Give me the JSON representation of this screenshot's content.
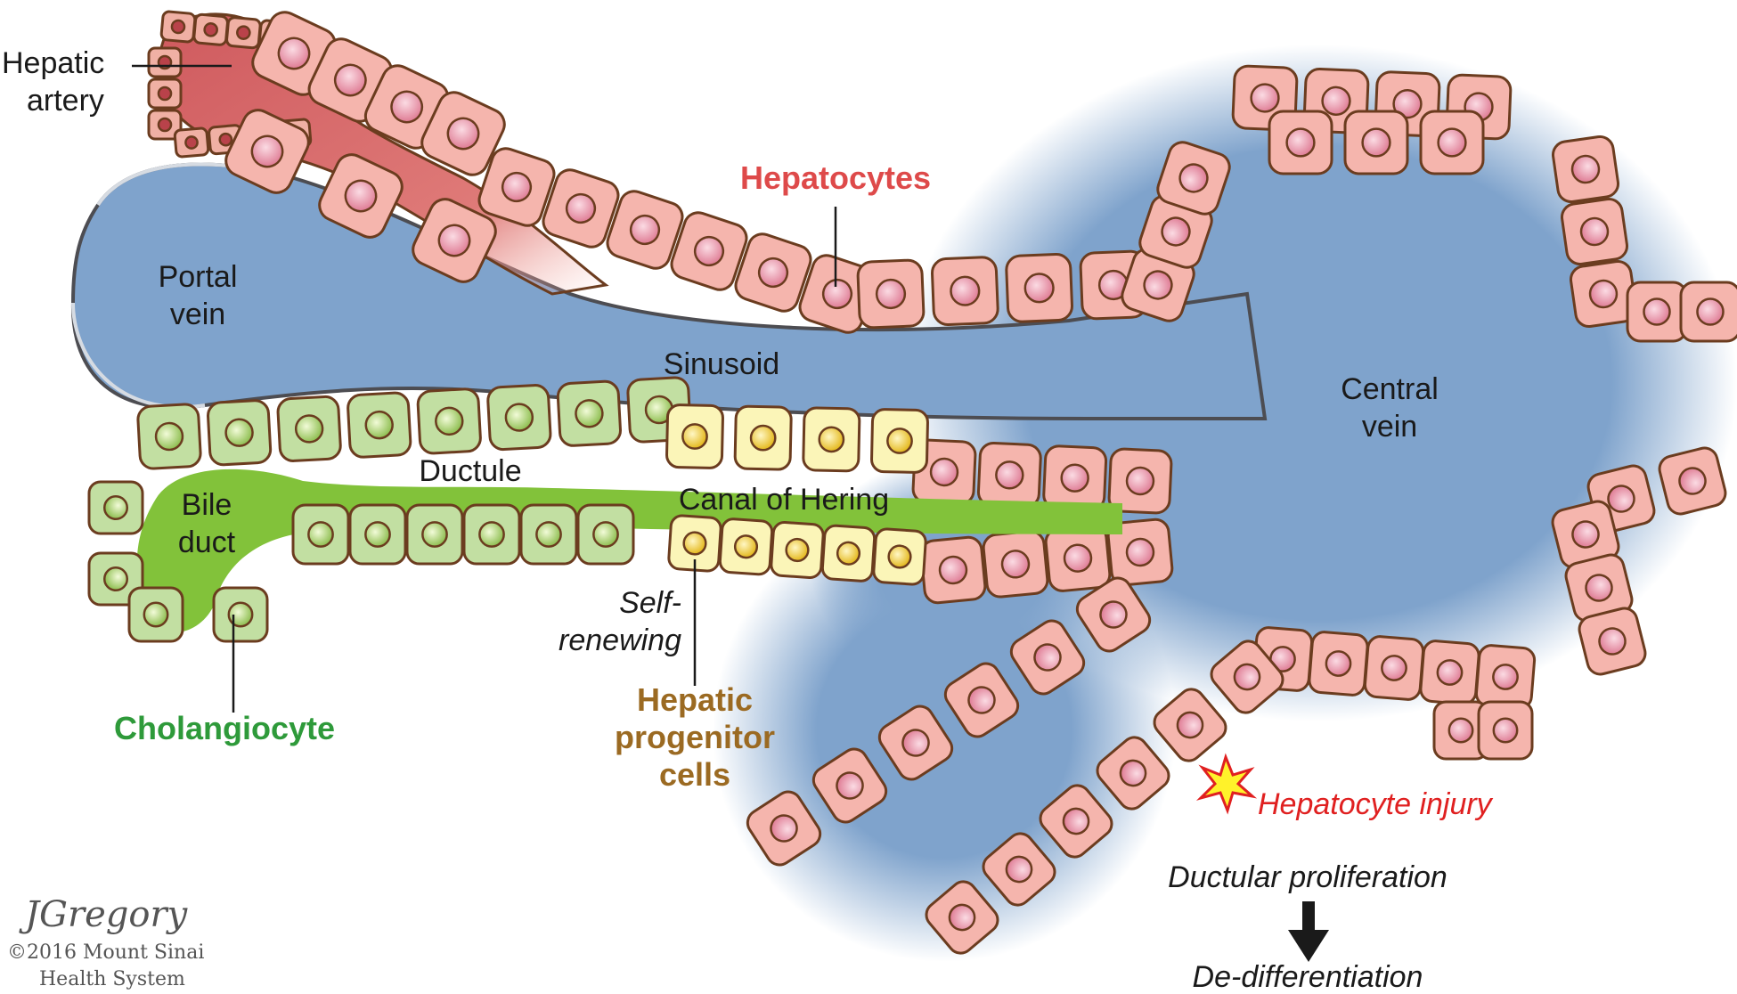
{
  "labels": {
    "hepatic_artery_line1": "Hepatic",
    "hepatic_artery_line2": "artery",
    "hepatocytes": "Hepatocytes",
    "portal_vein_line1": "Portal",
    "portal_vein_line2": "vein",
    "sinusoid": "Sinusoid",
    "central_vein_line1": "Central",
    "central_vein_line2": "vein",
    "ductule": "Ductule",
    "bile_duct_line1": "Bile",
    "bile_duct_line2": "duct",
    "canal_of_hering": "Canal of Hering",
    "self_renewing_line1": "Self-",
    "self_renewing_line2": "renewing",
    "hpc_line1": "Hepatic",
    "hpc_line2": "progenitor",
    "hpc_line3": "cells",
    "cholangiocyte": "Cholangiocyte",
    "hepatocyte_injury": "Hepatocyte injury",
    "ductular_proliferation": "Ductular proliferation",
    "de_differentiation": "De-differentiation"
  },
  "credits": {
    "signature": "JGregory",
    "copyright_line1": "©2016 Mount Sinai",
    "copyright_line2": "Health System"
  },
  "colors": {
    "vein_blue": "#7fa3cc",
    "hepatocyte_pink": "#f5b5ad",
    "hepatocyte_nucleus": "#e8889c",
    "artery_red": "#d9666a",
    "cholangiocyte_green": "#c2dfa2",
    "duct_lumen_green": "#82c23a",
    "progenitor_yellow": "#fbf5b8",
    "progenitor_nucleus": "#f2cf34",
    "cell_outline": "#6b3c1f",
    "hepatocytes_label": "#de4a4a",
    "cholangiocyte_label": "#2e9a3a",
    "progenitor_label": "#9b6a22",
    "injury_label": "#e02020"
  }
}
